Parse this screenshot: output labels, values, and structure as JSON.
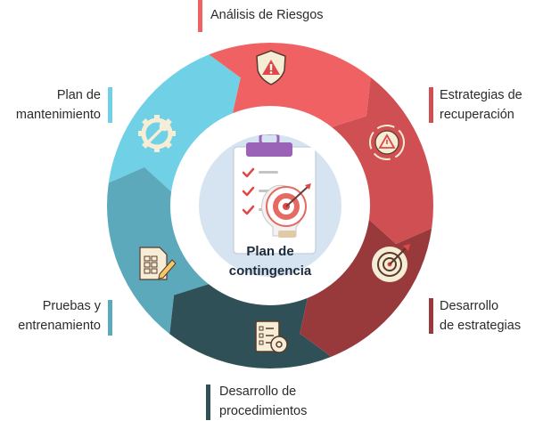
{
  "title": [
    "Plan de",
    "contingencia"
  ],
  "stages": [
    {
      "id": "analisis",
      "lines": [
        "Análisis de Riesgos"
      ],
      "color": "#f06163",
      "icon": "warning-shield-icon"
    },
    {
      "id": "estrategias-recuperacion",
      "lines": [
        "Estrategias de",
        "recuperación"
      ],
      "color": "#cf4f52",
      "icon": "gear-warning-icon"
    },
    {
      "id": "desarrollo-estrategias",
      "lines": [
        "Desarrollo",
        "de estrategias"
      ],
      "color": "#983a3c",
      "icon": "target-arrow-icon"
    },
    {
      "id": "desarrollo-procedimientos",
      "lines": [
        "Desarrollo de",
        "procedimientos"
      ],
      "color": "#2f5057",
      "icon": "checklist-gear-icon"
    },
    {
      "id": "pruebas",
      "lines": [
        "Pruebas y",
        "entrenamiento"
      ],
      "color": "#5ba9ba",
      "icon": "spreadsheet-pencil-icon"
    },
    {
      "id": "mantenimiento",
      "lines": [
        "Plan de",
        "mantenimiento"
      ],
      "color": "#70d0e5",
      "icon": "gear-wrench-icon"
    }
  ],
  "colors": {
    "center_fill": "#d6e4f2",
    "clipboard_top": "#9a63b8",
    "check": "#e04848",
    "icon_fill": "#f6edd6",
    "icon_stroke": "#5a3a2a"
  }
}
